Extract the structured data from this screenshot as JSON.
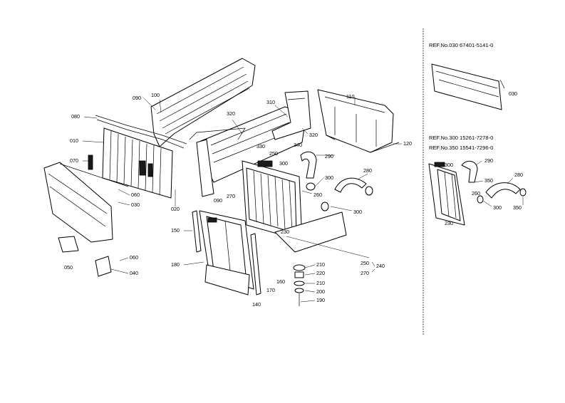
{
  "callouts": {
    "c010": "010",
    "c020": "020",
    "c030": "030",
    "c040": "040",
    "c050": "050",
    "c060a": "060",
    "c060b": "060",
    "c070": "070",
    "c080": "080",
    "c090a": "090",
    "c090b": "090",
    "c100": "100",
    "c110": "110",
    "c120": "120",
    "c140": "140",
    "c150": "150",
    "c160": "160",
    "c170": "170",
    "c180": "180",
    "c190": "190",
    "c200": "200",
    "c210a": "210",
    "c210b": "210",
    "c220": "220",
    "c230": "230",
    "c240": "240",
    "c250a": "250",
    "c250b": "250",
    "c260": "260",
    "c270a": "270",
    "c270b": "270",
    "c280": "280",
    "c290": "290",
    "c300a": "300",
    "c300b": "300",
    "c300c": "300",
    "c310": "310",
    "c320a": "320",
    "c320b": "320",
    "c330": "330",
    "c340": "340"
  },
  "right_panel": {
    "ref030": "REF.No.030  67401-5141-0",
    "ref300": "REF.No.300  15261-7278-0",
    "ref350": "REF.No.350  15541-7296-0",
    "callouts": {
      "r030": "030",
      "r230": "230",
      "r260": "260",
      "r280": "280",
      "r290": "290",
      "r300a": "300",
      "r300b": "300",
      "r350a": "350",
      "r350b": "350"
    }
  }
}
